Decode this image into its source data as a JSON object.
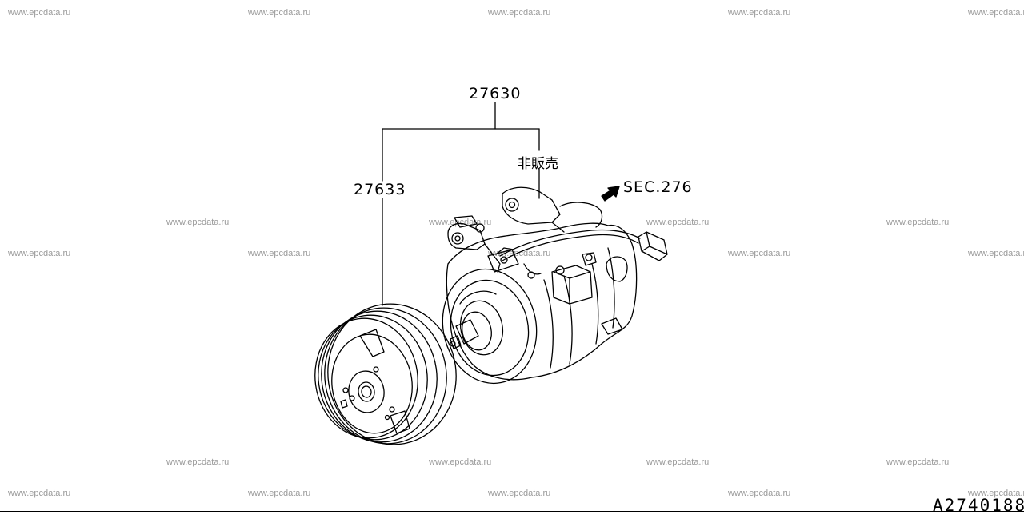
{
  "watermark": "www.epcdata.ru",
  "labels": {
    "assembly_part": "27630",
    "clutch_part": "27633",
    "not_for_sale_note": "非販売",
    "section_ref": "SEC.276"
  },
  "diagram_code": "A2740188"
}
